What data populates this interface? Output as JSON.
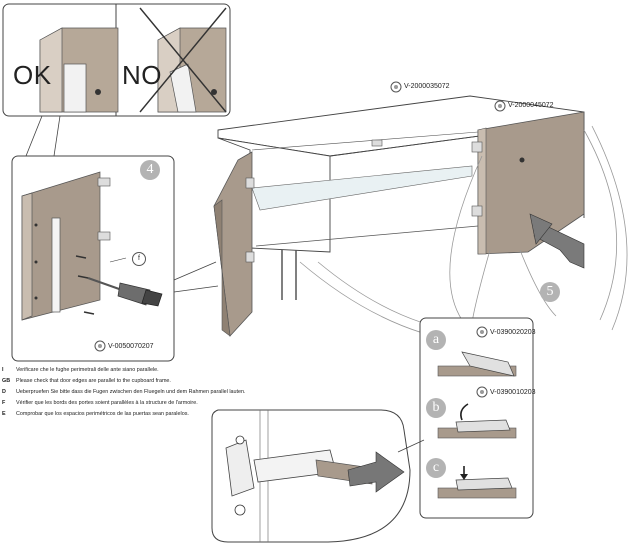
{
  "labels": {
    "ok": "OK",
    "no": "NO",
    "part_top_left": "V-2000035072",
    "part_top_right": "V-2000045072",
    "part_screw": "V-0050070207",
    "part_a": "V-0390020203",
    "part_b": "V-0390010203",
    "callout_f": "f"
  },
  "steps": {
    "s4": "4",
    "s5": "5",
    "sa": "a",
    "sb": "b",
    "sc": "c"
  },
  "instructions": [
    {
      "code": "I",
      "text": "Verificare che le fughe perimetrali delle ante siano parallele."
    },
    {
      "code": "GB",
      "text": "Please check that door edges are parallel to the cupboard frame."
    },
    {
      "code": "D",
      "text": "Ueberpruefen Sie bitte dass die Fugen zwischen den Fluegeln und dem Rahmen parallel lauten."
    },
    {
      "code": "F",
      "text": "Vérifier que les bords des portes soient parallèles à la structure de l'armoire."
    },
    {
      "code": "E",
      "text": "Comprobar que los espacios perimétricos de las puertas sean paralelos."
    }
  ],
  "colors": {
    "wood": "#a89a8c",
    "wood_dark": "#8f8173",
    "step_badge": "#b3b3b3",
    "line": "#333333"
  }
}
